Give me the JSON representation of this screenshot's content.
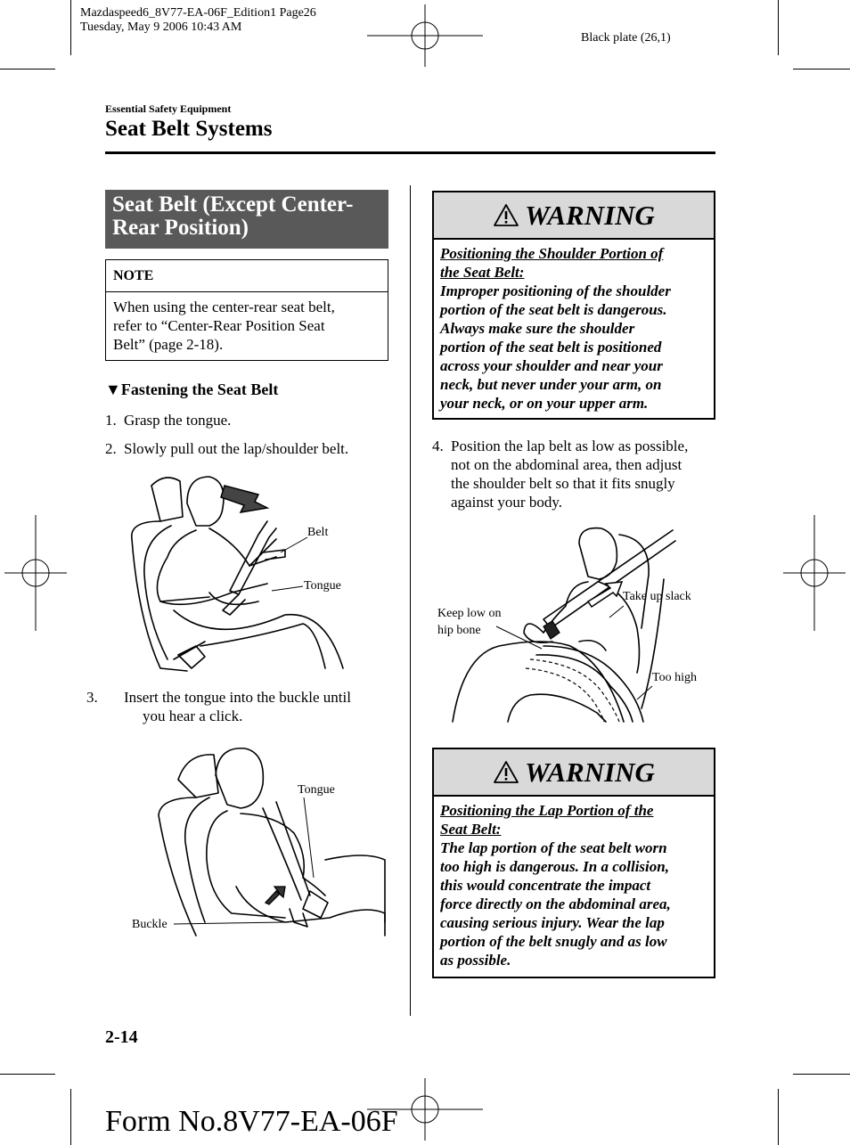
{
  "header": {
    "file_line1": "Mazdaspeed6_8V77-EA-06F_Edition1 Page26",
    "file_line2": "Tuesday, May 9 2006 10:43 AM",
    "plate": "Black plate (26,1)"
  },
  "section_label": "Essential Safety Equipment",
  "chapter_title": "Seat Belt Systems",
  "heading": {
    "line1": "Seat Belt (Except Center-",
    "line2": "Rear Position)"
  },
  "note": {
    "title": "NOTE",
    "line1": "When using the center-rear seat belt,",
    "line2": "refer to “Center-Rear Position Seat",
    "line3": "Belt” (page 2-18)."
  },
  "subsection": {
    "marker": "▼",
    "title": "Fastening the Seat Belt"
  },
  "steps": {
    "s1_num": "1.",
    "s1_text": "Grasp the tongue.",
    "s2_num": "2.",
    "s2_text": "Slowly pull out the lap/shoulder belt.",
    "s3_num": "3.",
    "s3_line1": "Insert the tongue into the buckle until",
    "s3_line2": "you hear a click.",
    "s4_num": "4.",
    "s4_line1": "Position the lap belt as low as possible,",
    "s4_line2": "not on the abdominal area, then adjust",
    "s4_line3": "the shoulder belt so that it fits snugly",
    "s4_line4": "against your body."
  },
  "figures": {
    "fig1_belt": "Belt",
    "fig1_tongue": "Tongue",
    "fig2_tongue": "Tongue",
    "fig2_buckle": "Buckle",
    "fig3_keep_low_1": "Keep low on",
    "fig3_keep_low_2": "hip bone",
    "fig3_take_up": "Take up slack",
    "fig3_too_high": "Too high"
  },
  "warning1": {
    "title": "WARNING",
    "sub1": "Positioning the Shoulder Portion of",
    "sub2": "the Seat Belt:",
    "l1": "Improper positioning of the shoulder",
    "l2": "portion of the seat belt is dangerous.",
    "l3": "Always make sure the shoulder",
    "l4": "portion of the seat belt is positioned",
    "l5": "across your shoulder and near your",
    "l6": "neck, but never under your arm, on",
    "l7": "your neck, or on your upper arm."
  },
  "warning2": {
    "title": "WARNING",
    "sub1": "Positioning the Lap Portion of the",
    "sub2": "Seat Belt:",
    "l1": "The lap portion of the seat belt worn",
    "l2": "too high is dangerous. In a collision,",
    "l3": "this would concentrate the impact",
    "l4": "force directly on the abdominal area,",
    "l5": "causing serious injury. Wear the lap",
    "l6": "portion of the belt snugly and as low",
    "l7": "as possible."
  },
  "page_number": "2-14",
  "form_number": "Form No.8V77-EA-06F"
}
